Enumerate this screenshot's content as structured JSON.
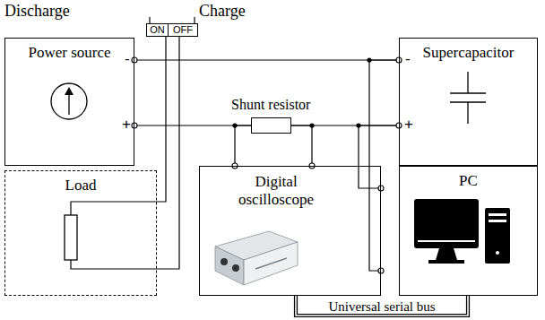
{
  "diagram": {
    "nodes": [
      {
        "text": [
          "Power source"
        ]
      },
      {
        "text": [
          "ON",
          "OFF"
        ]
      },
      {
        "text": [
          "Supercapacitor"
        ]
      },
      {
        "text": [
          "Shunt resistor"
        ]
      },
      {
        "text": [
          "Load"
        ]
      },
      {
        "text": [
          "Digital oscilloscope"
        ]
      },
      {
        "text": [
          "PC"
        ]
      }
    ],
    "edges": [
      {
        "from": 0,
        "to": 2,
        "arrow": "none"
      },
      {
        "from": 0,
        "to": 3,
        "arrow": "none"
      },
      {
        "from": 3,
        "to": 2,
        "arrow": "none"
      },
      {
        "from": 1,
        "to": 4,
        "arrow": "none"
      },
      {
        "from": 1,
        "to": 4,
        "arrow": "none"
      },
      {
        "from": 5,
        "to": 3,
        "arrow": "none"
      },
      {
        "from": 5,
        "to": 3,
        "arrow": "none"
      },
      {
        "from": 5,
        "to": 2,
        "arrow": "none"
      },
      {
        "from": 5,
        "to": 2,
        "arrow": "none"
      },
      {
        "from": 5,
        "to": 6,
        "label": "Universal serial bus",
        "arrow": "none"
      }
    ],
    "labels": [
      "Discharge",
      "Charge",
      "-",
      "+",
      "-",
      "+"
    ]
  }
}
